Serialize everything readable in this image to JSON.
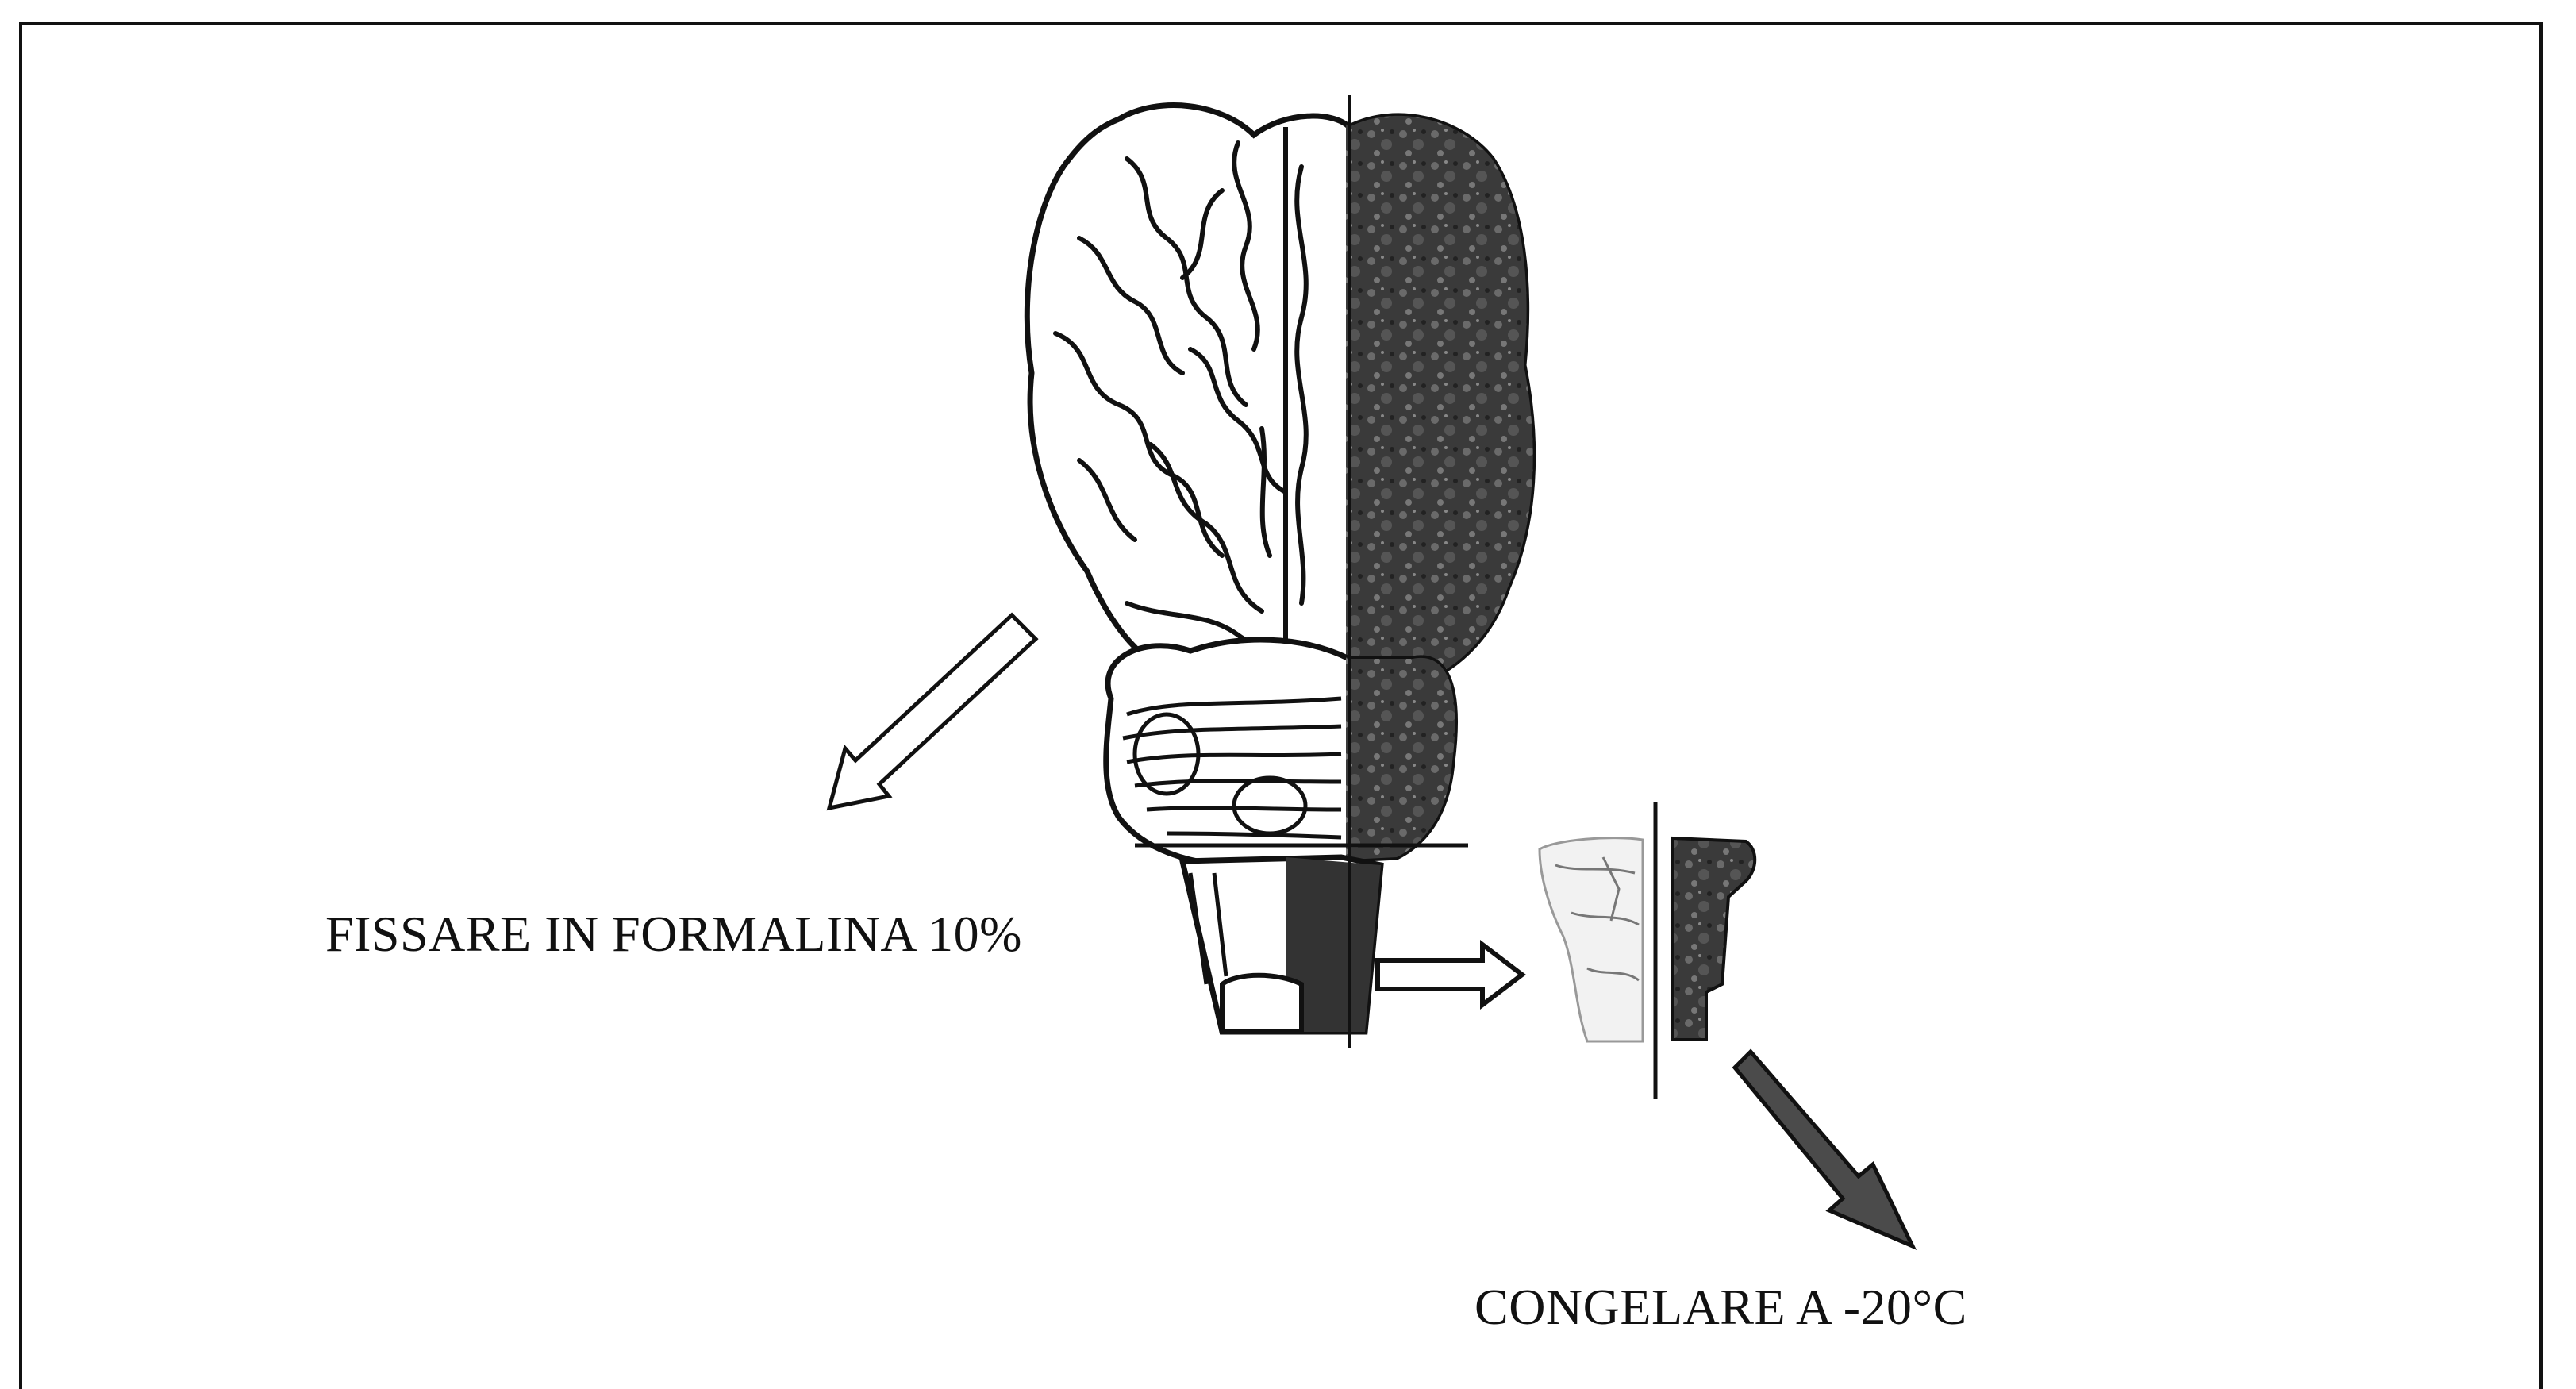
{
  "labels": {
    "fix": "FISSARE IN FORMALINA 10%",
    "freeze": "CONGELARE A -20°C"
  },
  "colors": {
    "line": "#111111",
    "dark_tissue": "#4a4a4a",
    "darker_tissue": "#2b2b2b",
    "light_tissue": "#ffffff",
    "frozen_arrow": "#4b4b4b"
  },
  "icons": {
    "brain": "brain-illustration",
    "slice": "brainstem-slice",
    "arrow_fix": "hollow-arrow-down-left",
    "arrow_slice": "hollow-arrow-right",
    "arrow_freeze": "filled-arrow-down-right"
  }
}
